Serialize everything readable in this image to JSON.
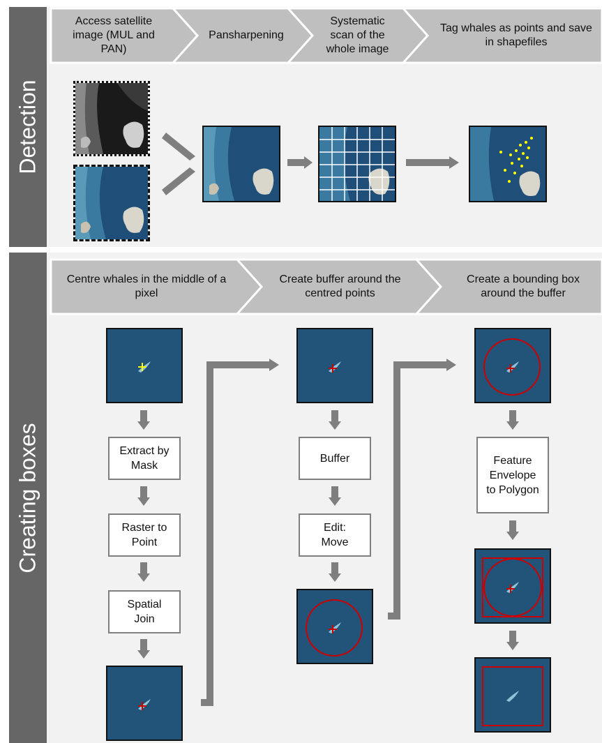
{
  "sections": {
    "detection": {
      "label": "Detection",
      "steps": [
        "Access satellite image (MUL and PAN)",
        "Pansharpening",
        "Systematic scan of the whole image",
        "Tag whales as points and save in shapefiles"
      ]
    },
    "creating_boxes": {
      "label": "Creating boxes",
      "steps": [
        "Centre whales in the middle of a pixel",
        "Create buffer around the centred points",
        "Create a bounding box around the buffer"
      ],
      "column1_tools": [
        "Extract by Mask",
        "Raster to Point",
        "Spatial Join"
      ],
      "column2_tools": [
        "Buffer",
        "Edit: Move"
      ],
      "column3_tools": [
        "Feature Envelope to Polygon"
      ]
    }
  },
  "colors": {
    "side_label_bg": "#666666",
    "panel_bg": "#f2f2f2",
    "chevron_fill": "#bfbfbf",
    "arrow_gray": "#7f7f7f",
    "ocean": "#1f4e78",
    "marker_yellow": "#ffff00",
    "marker_red": "#cc0000"
  }
}
